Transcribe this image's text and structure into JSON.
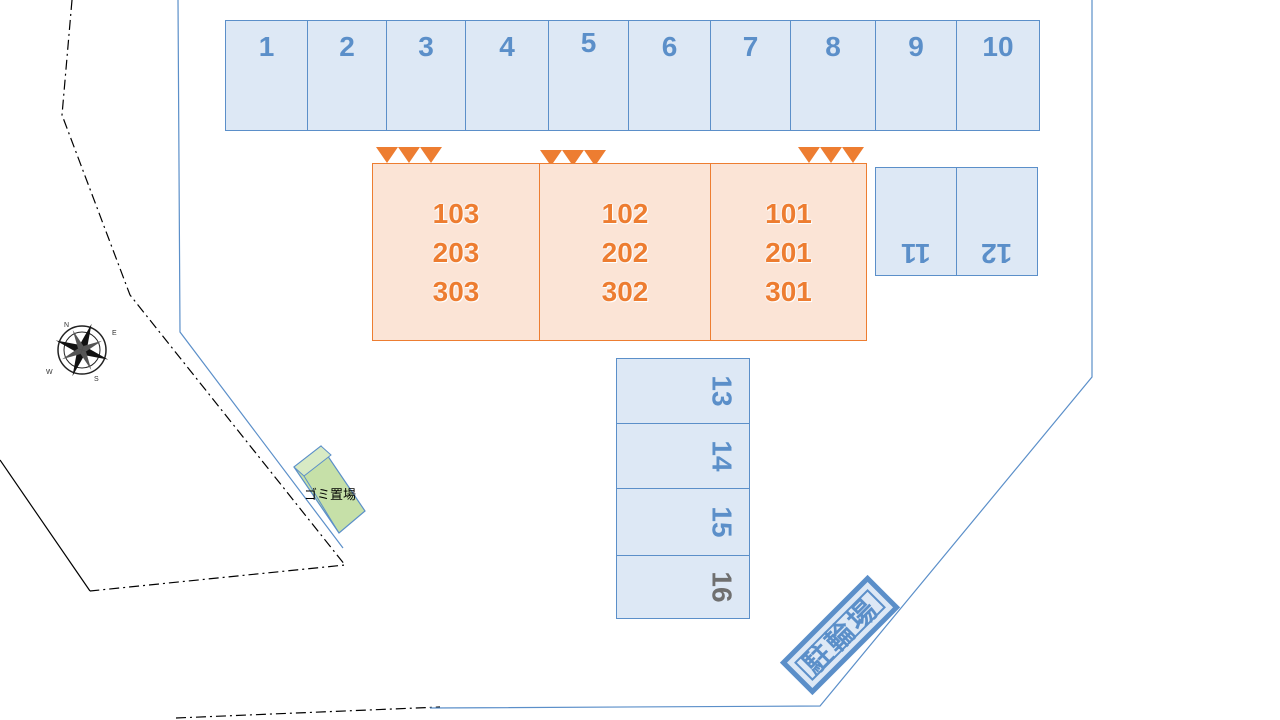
{
  "parking_top": [
    "1",
    "2",
    "3",
    "4",
    "5",
    "6",
    "7",
    "8",
    "9",
    "10"
  ],
  "parking_right": [
    "11",
    "12"
  ],
  "parking_center": [
    "13",
    "14",
    "15",
    "16"
  ],
  "buildings": [
    {
      "rooms": [
        "103",
        "203",
        "303"
      ]
    },
    {
      "rooms": [
        "102",
        "202",
        "302"
      ]
    },
    {
      "rooms": [
        "101",
        "201",
        "301"
      ]
    }
  ],
  "garbage_label": "ゴミ置場",
  "bicycle_label": "駐輪場",
  "compass_letters": [
    "N",
    "E",
    "S",
    "W"
  ],
  "colors": {
    "parking_fill": "#dde8f5",
    "parking_line": "#5b8fc9",
    "building_fill": "#fbe4d6",
    "building_line": "#ed7d31",
    "garbage_fill": "#c6e0a8"
  }
}
